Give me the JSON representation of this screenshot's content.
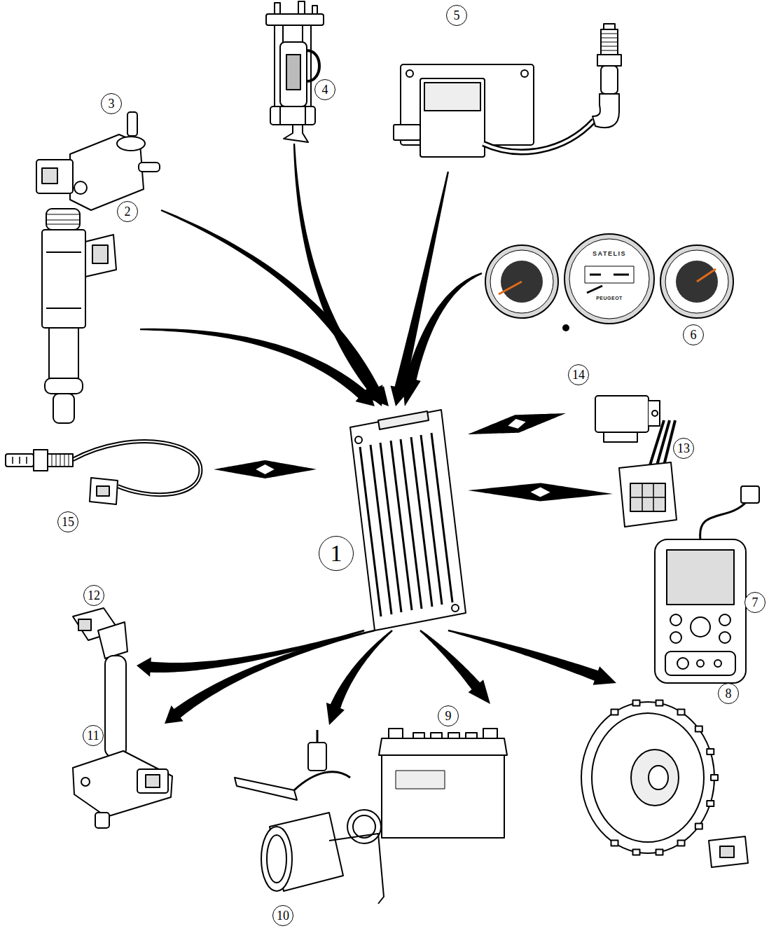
{
  "diagram": {
    "nodes": [
      {
        "text": [
          "1"
        ]
      },
      {
        "text": [
          "2"
        ]
      },
      {
        "text": [
          "3"
        ]
      },
      {
        "text": [
          "4"
        ]
      },
      {
        "text": [
          "5"
        ]
      },
      {
        "text": [
          "6"
        ]
      },
      {
        "text": [
          "7"
        ]
      },
      {
        "text": [
          "8"
        ]
      },
      {
        "text": [
          "9"
        ]
      },
      {
        "text": [
          "10"
        ]
      },
      {
        "text": [
          "11"
        ]
      },
      {
        "text": [
          "12"
        ]
      },
      {
        "text": [
          "13"
        ]
      },
      {
        "text": [
          "14"
        ]
      },
      {
        "text": [
          "15"
        ]
      }
    ],
    "edges": [
      {
        "from": 1,
        "to": 0,
        "arrow": "to"
      },
      {
        "from": 2,
        "to": 0,
        "arrow": "to"
      },
      {
        "from": 3,
        "to": 0,
        "arrow": "to"
      },
      {
        "from": 4,
        "to": 0,
        "arrow": "to"
      },
      {
        "from": 5,
        "to": 0,
        "arrow": "to"
      },
      {
        "from": 0,
        "to": 13,
        "arrow": "both"
      },
      {
        "from": 0,
        "to": 12,
        "arrow": "both"
      },
      {
        "from": 14,
        "to": 0,
        "arrow": "both"
      },
      {
        "from": 0,
        "to": 11,
        "arrow": "to"
      },
      {
        "from": 0,
        "to": 10,
        "arrow": "to"
      },
      {
        "from": 0,
        "to": 9,
        "arrow": "to"
      },
      {
        "from": 0,
        "to": 8,
        "arrow": "to"
      },
      {
        "from": 0,
        "to": 7,
        "arrow": "to"
      }
    ],
    "labels": [
      "SATELIS",
      "PEUGEOT"
    ]
  }
}
